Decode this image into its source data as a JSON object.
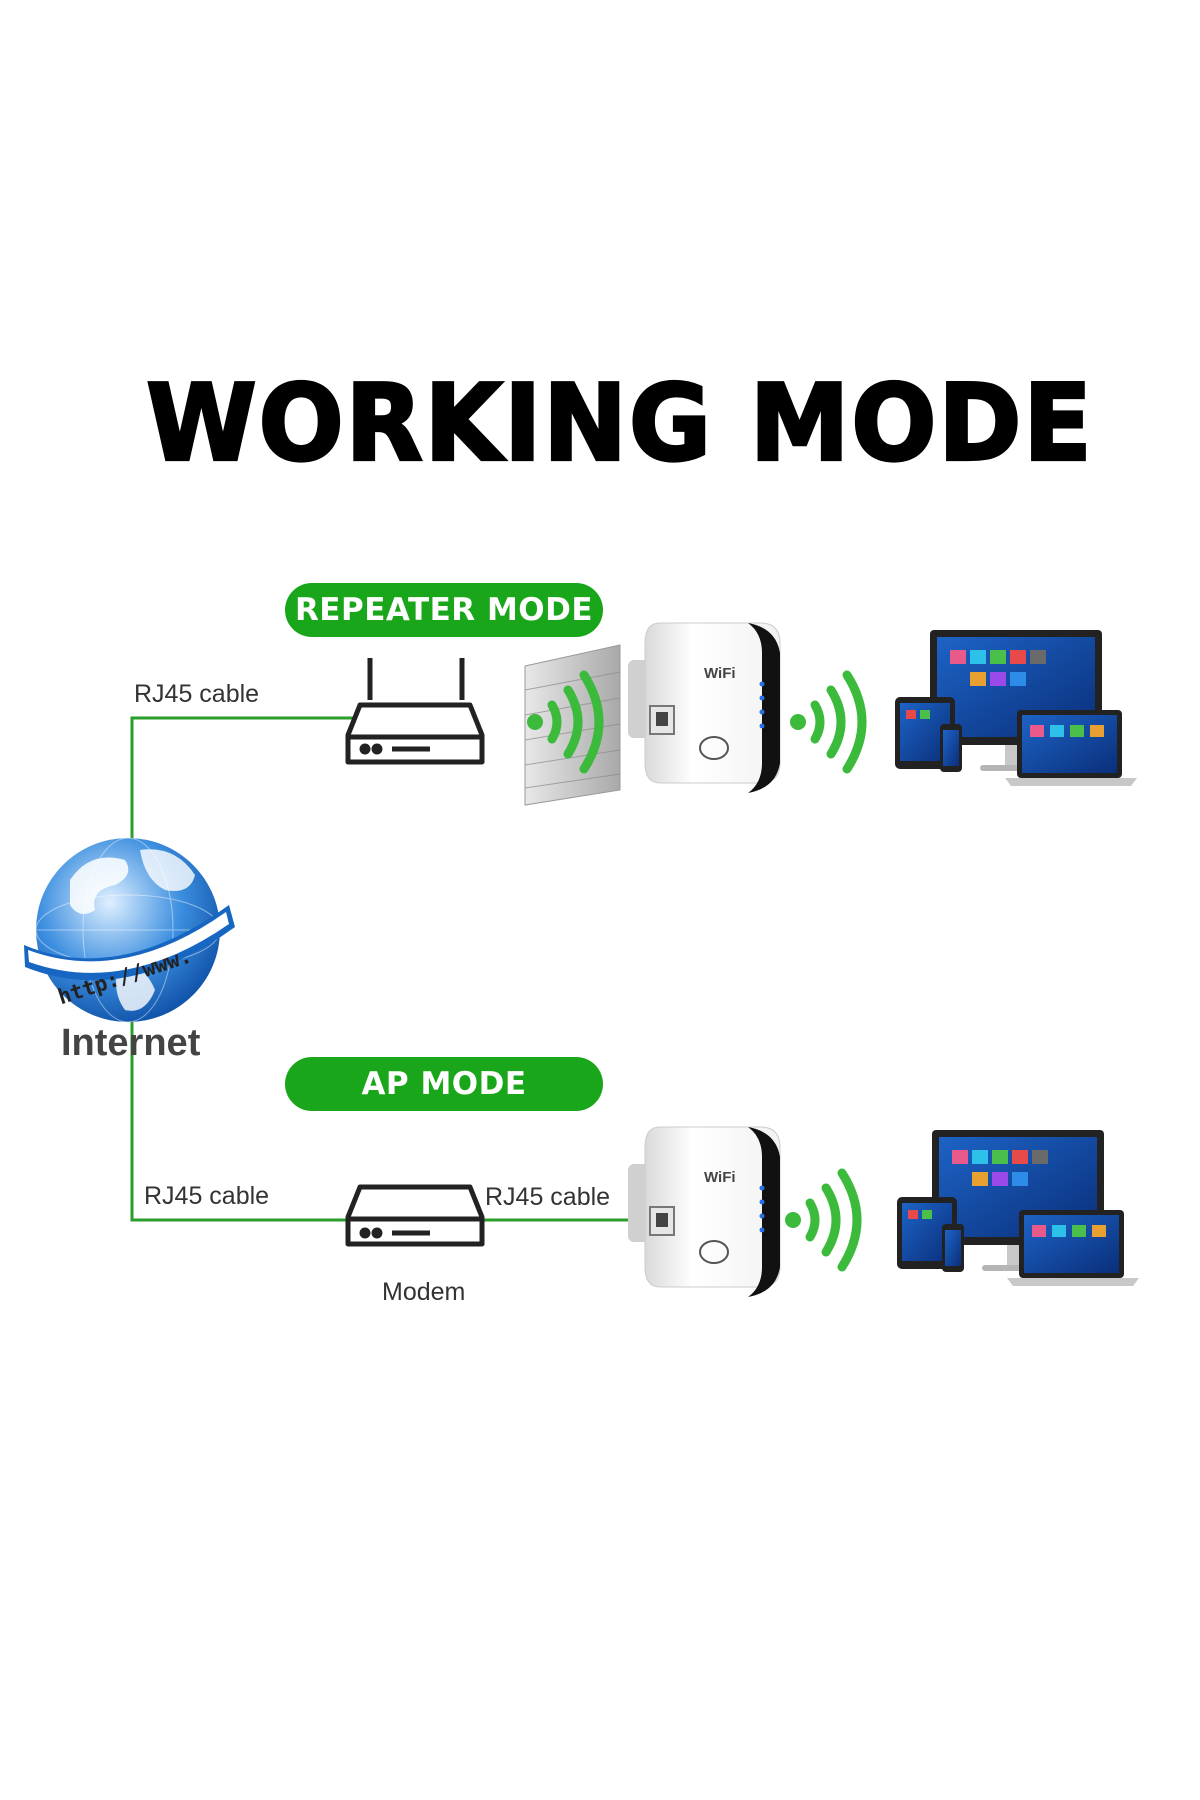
{
  "title": "WORKING MODE",
  "modes": {
    "repeater": {
      "label": "REPEATER MODE"
    },
    "ap": {
      "label": "AP MODE"
    }
  },
  "globe": {
    "banner_text": "http://www.",
    "label": "Internet"
  },
  "cables": {
    "repeater_cable": "RJ45 cable",
    "ap_cable_left": "RJ45 cable",
    "ap_cable_right": "RJ45 cable"
  },
  "devices": {
    "repeater_badge": "WiFi",
    "modem_label": "Modem"
  },
  "colors": {
    "accent_green": "#1aa61a",
    "line_green": "#2a9e2a",
    "signal_green": "#3cba3c",
    "globe_blue": "#1e6fc6"
  },
  "icons": [
    "globe-icon",
    "router-icon",
    "modem-icon",
    "brick-wall-icon",
    "wifi-repeater-icon",
    "wifi-signal-icon",
    "devices-icon"
  ]
}
